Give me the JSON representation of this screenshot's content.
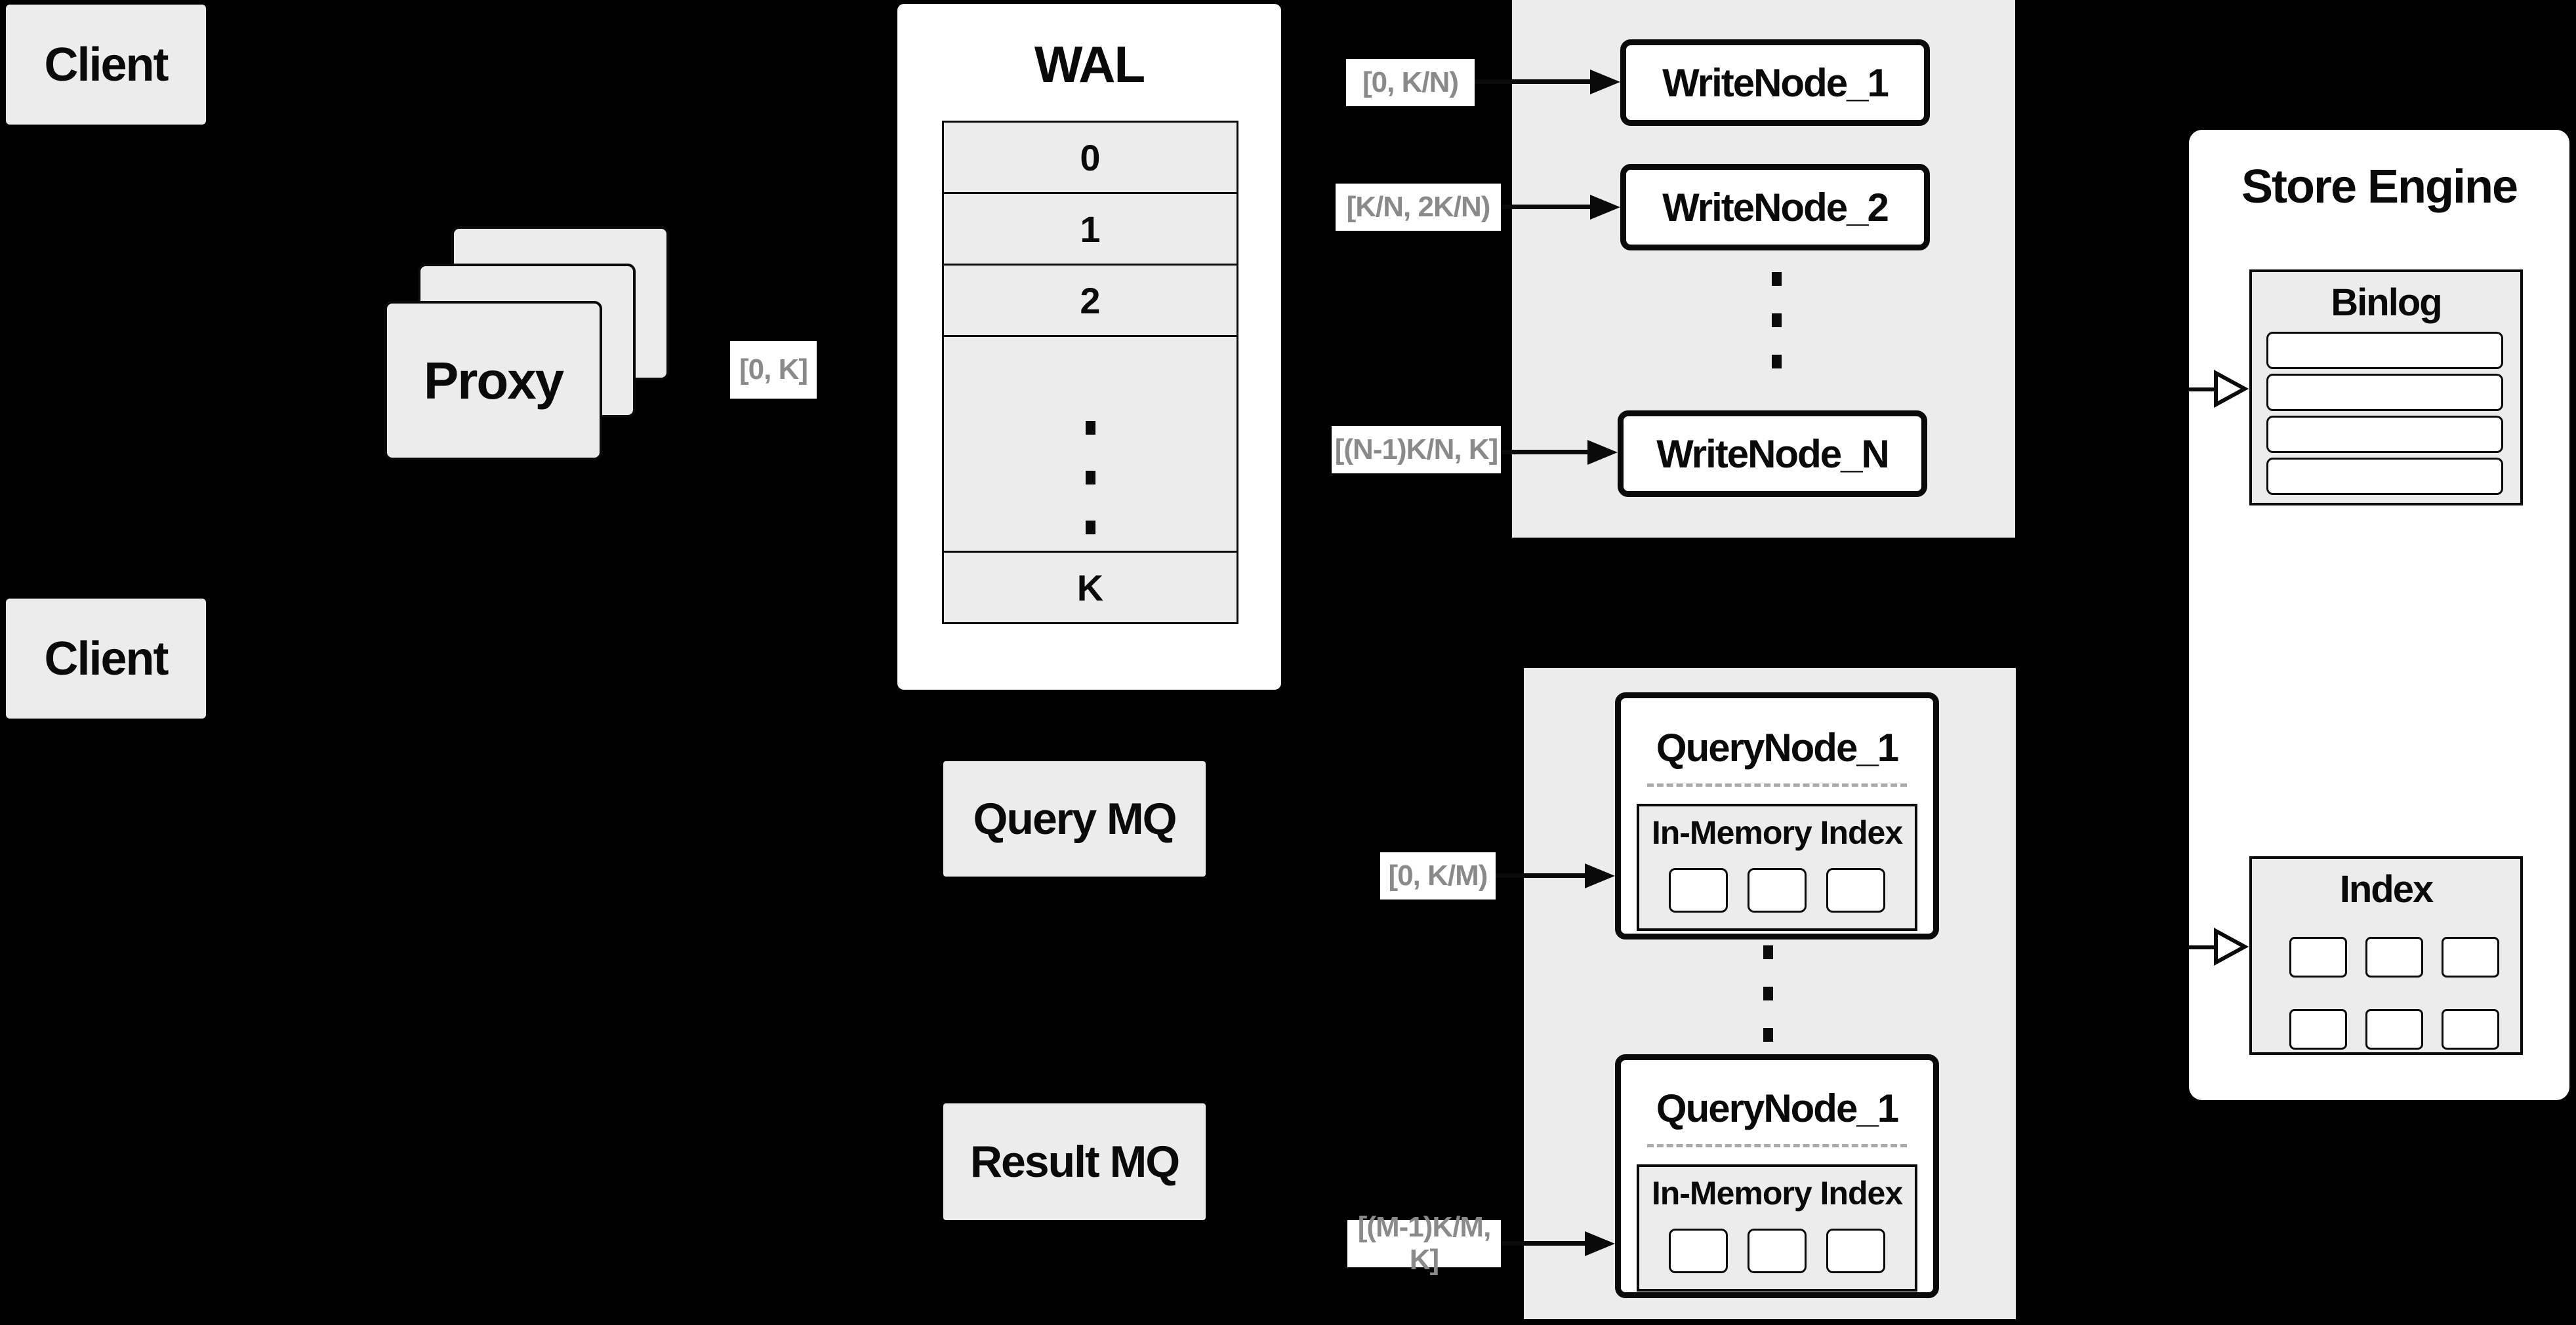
{
  "colors": {
    "background": "#000000",
    "box_fill_gray": "#ececec",
    "box_fill_white": "#ffffff",
    "line_black": "#0a0a0a",
    "range_text_gray": "#8a8a8a",
    "divider_gray": "#aaaaaa"
  },
  "clients": {
    "top": "Client",
    "bottom": "Client"
  },
  "proxy": {
    "label": "Proxy"
  },
  "wal": {
    "title": "WAL",
    "rows": [
      "0",
      "1",
      "2",
      "K"
    ]
  },
  "range_labels": {
    "proxy_out": "[0, K]",
    "wn1": "[0, K/N)",
    "wn2": "[K/N, 2K/N)",
    "wnN": "[(N-1)K/N, K]",
    "qn1": "[0, K/M)",
    "qn2": "[(M-1)K/M, K]"
  },
  "write_nodes": {
    "n1": "WriteNode_1",
    "n2": "WriteNode_2",
    "nN": "WriteNode_N"
  },
  "mq": {
    "query": "Query MQ",
    "result": "Result MQ"
  },
  "store_engine": {
    "title": "Store Engine",
    "binlog": "Binlog",
    "index": "Index"
  },
  "query_nodes": {
    "top": {
      "title": "QueryNode_1",
      "inner": "In-Memory Index"
    },
    "bottom": {
      "title": "QueryNode_1",
      "inner": "In-Memory Index"
    }
  },
  "icons": {
    "vertical_ellipsis": "vertical-ellipsis",
    "filled_arrow": "arrow-right-filled",
    "hollow_arrow": "arrow-right-hollow"
  }
}
